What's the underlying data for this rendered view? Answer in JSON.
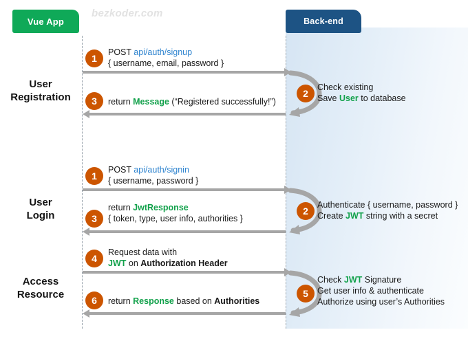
{
  "watermark": "bezkoder.com",
  "lanes": {
    "client": {
      "label": "Vue App",
      "color": "#0fa958"
    },
    "server": {
      "label": "Back-end",
      "color": "#1d5384"
    }
  },
  "colors": {
    "badge": "#cc5500",
    "accent_green": "#12a14b",
    "api_blue": "#2f84cf",
    "arrow_gray": "#a6a6a6"
  },
  "sections": [
    {
      "id": "registration",
      "label_line1": "User",
      "label_line2": "Registration"
    },
    {
      "id": "login",
      "label_line1": "User",
      "label_line2": "Login"
    },
    {
      "id": "access",
      "label_line1": "Access",
      "label_line2": "Resource"
    }
  ],
  "steps": {
    "s1_signup": {
      "number": "1",
      "line1_plain": "POST ",
      "line1_api": "api/auth/signup",
      "line2": "{ username, email, password }"
    },
    "s2_signup": {
      "number": "2",
      "line1": "Check existing",
      "line2_a": "Save ",
      "line2_green": "User",
      "line2_b": " to database"
    },
    "s3_signup": {
      "number": "3",
      "a": "return ",
      "green": "Message",
      "b": " (“Registered successfully!”)"
    },
    "s1_signin": {
      "number": "1",
      "line1_plain": "POST ",
      "line1_api": "api/auth/signin",
      "line2": "{ username, password }"
    },
    "s2_signin": {
      "number": "2",
      "line1": "Authenticate { username, password }",
      "line2_a": "Create ",
      "line2_green": "JWT",
      "line2_b": " string with a secret"
    },
    "s3_signin": {
      "number": "3",
      "line1_a": "return ",
      "line1_green": "JwtResponse",
      "line2": "{ token, type, user info, authorities }"
    },
    "s4_request": {
      "number": "4",
      "line1": "Request  data with",
      "line2_green": "JWT",
      "line2_a": " on ",
      "line2_bold": "Authorization Header"
    },
    "s5_check": {
      "number": "5",
      "line1_a": "Check ",
      "line1_green": "JWT",
      "line1_b": " Signature",
      "line2": "Get user info & authenticate",
      "line3": "Authorize using user’s Authorities"
    },
    "s6_response": {
      "number": "6",
      "a": "return ",
      "green": "Response",
      "b": " based on ",
      "bold": "Authorities"
    }
  }
}
